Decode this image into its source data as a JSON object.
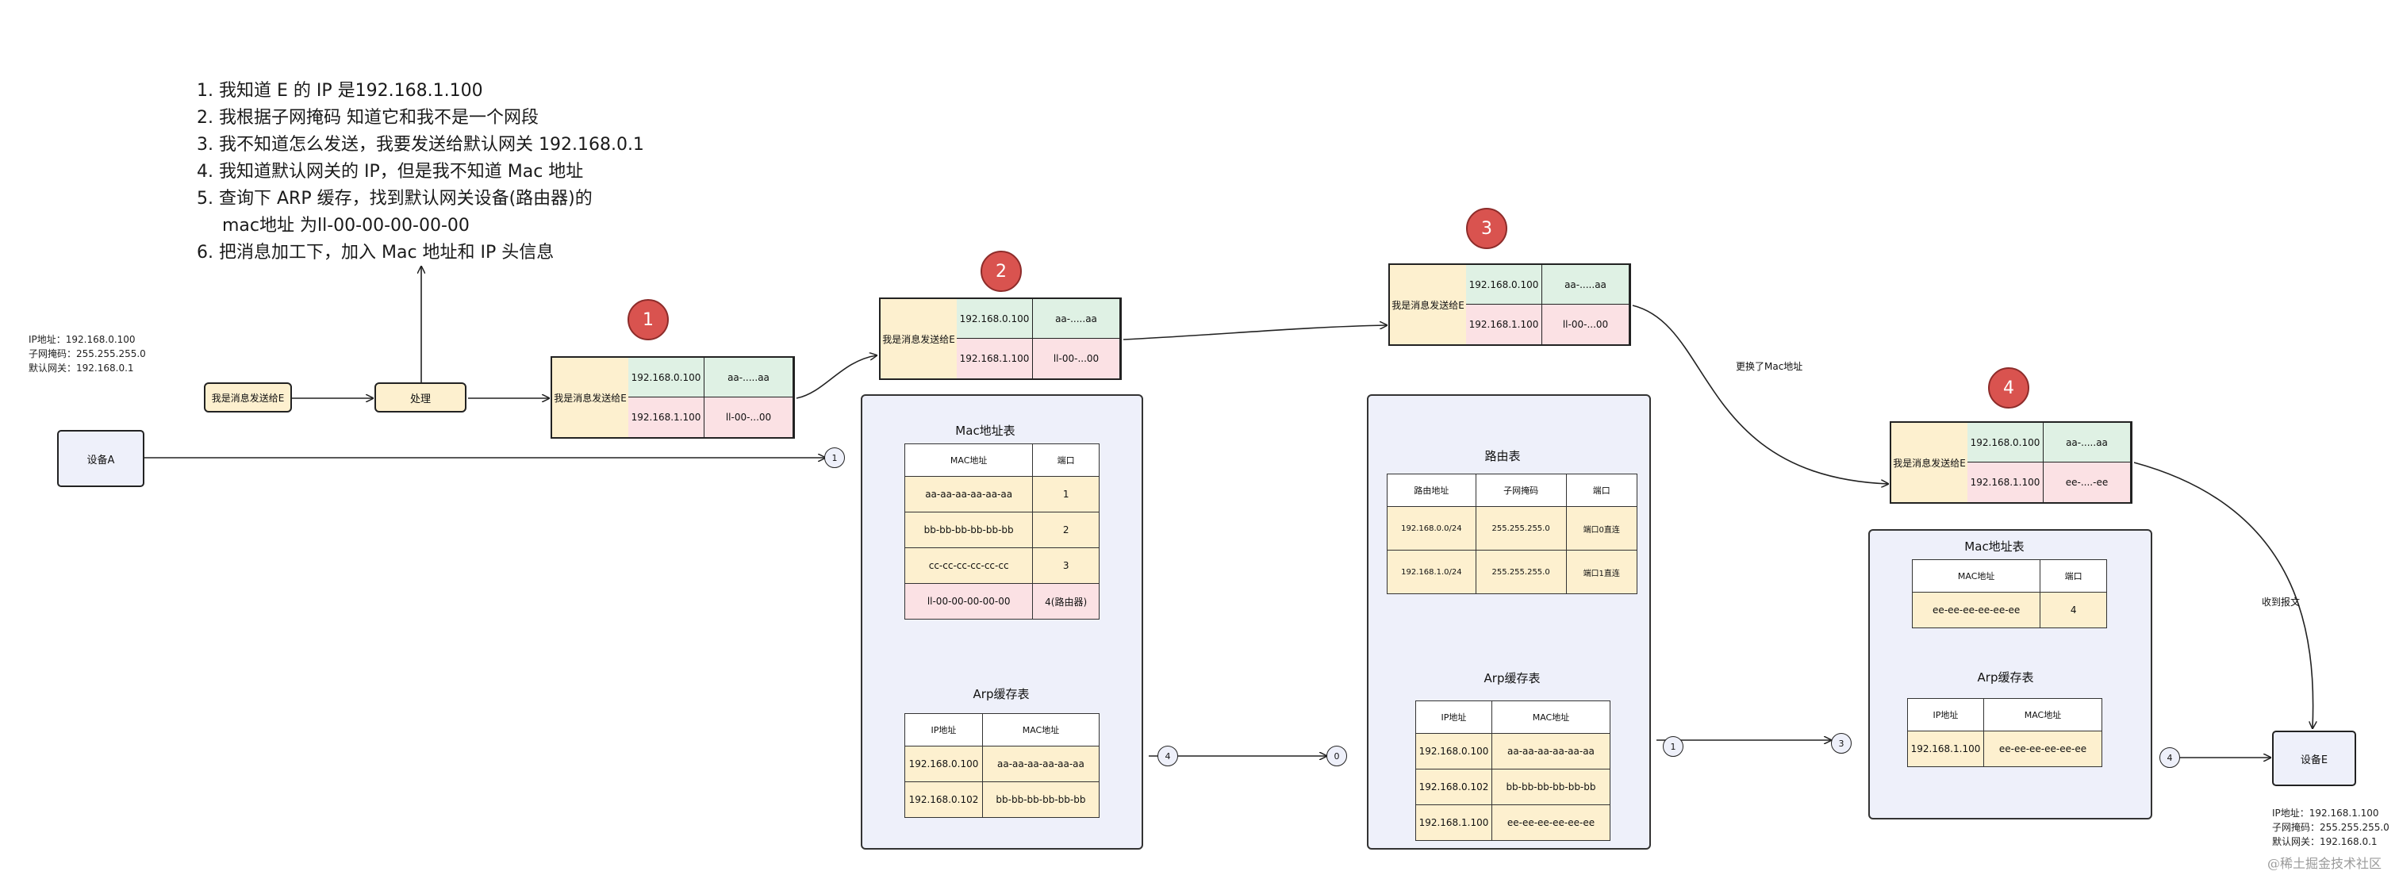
{
  "notes": [
    "1. 我知道 E 的 IP 是192.168.1.100",
    "2. 我根据子网掩码 知道它和我不是一个网段",
    "3. 我不知道怎么发送，我要发送给默认网关 192.168.0.1",
    "4. 我知道默认网关的 IP，但是我不知道 Mac 地址",
    "5. 查询下 ARP 缓存，找到默认网关设备(路由器)的",
    "    mac地址 为ll-00-00-00-00-00",
    "6. 把消息加工下，加入 Mac 地址和 IP 头信息"
  ],
  "device_a": {
    "label": "设备A",
    "info": [
      "IP地址：192.168.0.100",
      "子网掩码：255.255.255.0",
      "默认网关：192.168.0.1"
    ]
  },
  "device_e": {
    "label": "设备E",
    "info": [
      "IP地址：192.168.1.100",
      "子网掩码：255.255.255.0",
      "默认网关：192.168.0.1"
    ]
  },
  "message_box": "我是消息发送给E",
  "process_box": "处理",
  "packets": [
    {
      "step": "1",
      "src_ip": "192.168.0.100",
      "src_mac": "aa-.....aa",
      "dst_ip": "192.168.1.100",
      "dst_mac": "ll-00-...00",
      "payload": "我是消息发送给E"
    },
    {
      "step": "2",
      "src_ip": "192.168.0.100",
      "src_mac": "aa-.....aa",
      "dst_ip": "192.168.1.100",
      "dst_mac": "ll-00-...00",
      "payload": "我是消息发送给E"
    },
    {
      "step": "3",
      "src_ip": "192.168.0.100",
      "src_mac": "aa-.....aa",
      "dst_ip": "192.168.1.100",
      "dst_mac": "ll-00-...00",
      "payload": "我是消息发送给E"
    },
    {
      "step": "4",
      "src_ip": "192.168.0.100",
      "src_mac": "aa-.....aa",
      "dst_ip": "192.168.1.100",
      "dst_mac": "ee-....-ee",
      "payload": "我是消息发送给E"
    }
  ],
  "switch1": {
    "mac_title": "Mac地址表",
    "mac_headers": [
      "MAC地址",
      "端口"
    ],
    "mac_rows": [
      [
        "aa-aa-aa-aa-aa-aa",
        "1"
      ],
      [
        "bb-bb-bb-bb-bb-bb",
        "2"
      ],
      [
        "cc-cc-cc-cc-cc-cc",
        "3"
      ],
      [
        "ll-00-00-00-00-00",
        "4(路由器)"
      ]
    ],
    "arp_title": "Arp缓存表",
    "arp_headers": [
      "IP地址",
      "MAC地址"
    ],
    "arp_rows": [
      [
        "192.168.0.100",
        "aa-aa-aa-aa-aa-aa"
      ],
      [
        "192.168.0.102",
        "bb-bb-bb-bb-bb-bb"
      ]
    ]
  },
  "router": {
    "route_title": "路由表",
    "route_headers": [
      "路由地址",
      "子网掩码",
      "端口"
    ],
    "route_rows": [
      [
        "192.168.0.0/24",
        "255.255.255.0",
        "端口0直连"
      ],
      [
        "192.168.1.0/24",
        "255.255.255.0",
        "端口1直连"
      ]
    ],
    "arp_title": "Arp缓存表",
    "arp_headers": [
      "IP地址",
      "MAC地址"
    ],
    "arp_rows": [
      [
        "192.168.0.100",
        "aa-aa-aa-aa-aa-aa"
      ],
      [
        "192.168.0.102",
        "bb-bb-bb-bb-bb-bb"
      ],
      [
        "192.168.1.100",
        "ee-ee-ee-ee-ee-ee"
      ]
    ]
  },
  "switch2": {
    "mac_title": "Mac地址表",
    "mac_headers": [
      "MAC地址",
      "端口"
    ],
    "mac_rows": [
      [
        "ee-ee-ee-ee-ee-ee",
        "4"
      ]
    ],
    "arp_title": "Arp缓存表",
    "arp_headers": [
      "IP地址",
      "MAC地址"
    ],
    "arp_rows": [
      [
        "192.168.1.100",
        "ee-ee-ee-ee-ee-ee"
      ]
    ]
  },
  "ports": {
    "s1_in": "1",
    "s1_out": "4",
    "r_in": "0",
    "r_out": "1",
    "s2_in": "3",
    "s2_out": "4"
  },
  "edge_labels": {
    "replace_mac": "更换了Mac地址",
    "received": "收到报文"
  },
  "watermark": "@稀土掘金技术社区",
  "colors": {
    "step_circle": "#d9534f",
    "panel": "#eef0fa",
    "cell_yellow": "#fdf0cf",
    "cell_green": "#dff1e4",
    "cell_pink": "#fbe1e4"
  }
}
